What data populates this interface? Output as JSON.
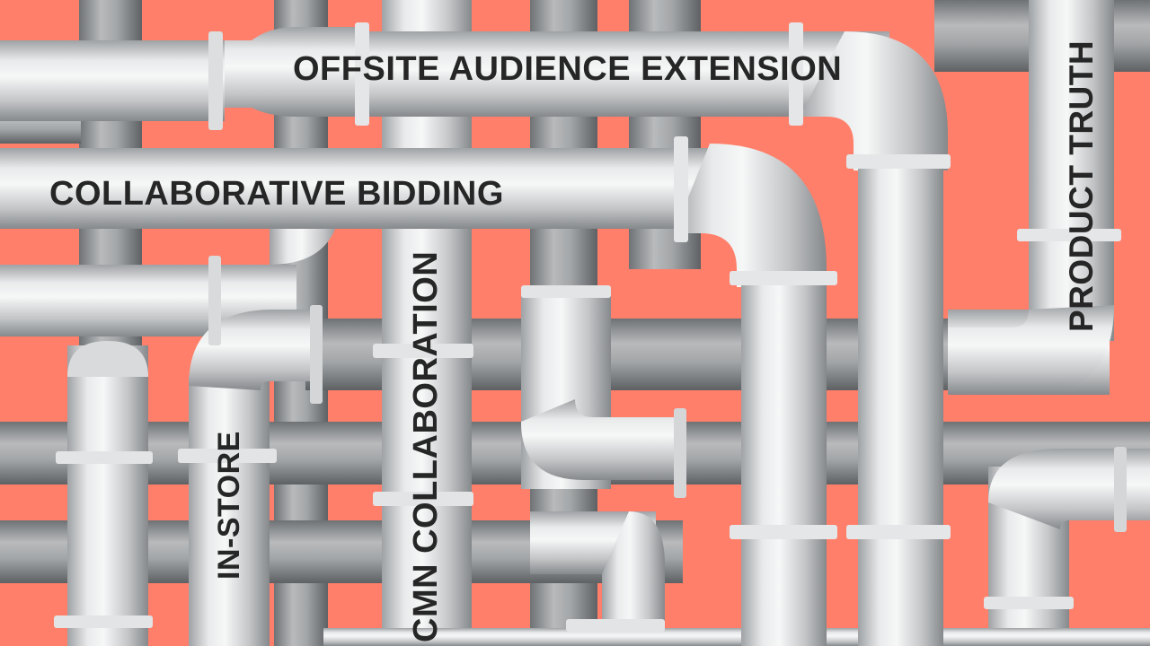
{
  "scene": {
    "background_color": "#ff7f6a",
    "pipe_color": "#c9cbcd",
    "pipe_shadow_color": "#8d9093",
    "pipe_highlight_color": "#f1f2f3",
    "label_color": "#262626"
  },
  "labels": {
    "offsite": "OFFSITE AUDIENCE EXTENSION",
    "collaborative": "COLLABORATIVE BIDDING",
    "in_store": "IN-STORE",
    "cmn": "CMN COLLABORATION",
    "product": "PRODUCT TRUTH"
  }
}
